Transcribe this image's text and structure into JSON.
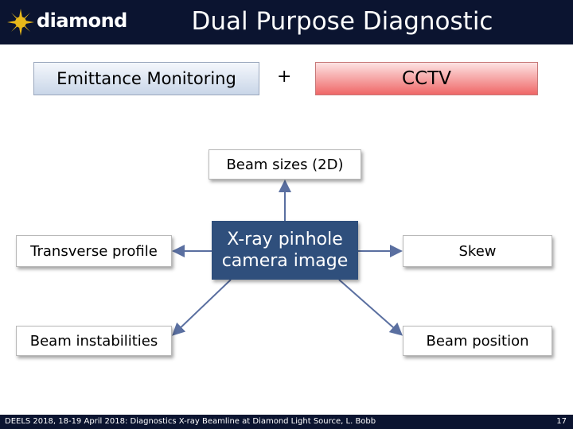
{
  "header": {
    "title": "Dual Purpose Diagnostic",
    "logo_text": "diamond",
    "colors": {
      "bar": "#0b1430",
      "logo_mark": "#e8b81a"
    }
  },
  "top_row": {
    "left_box": "Emittance Monitoring",
    "plus": "+",
    "right_box": "CCTV"
  },
  "diagram": {
    "center": {
      "line1": "X-ray pinhole",
      "line2": "camera image"
    },
    "top": "Beam sizes (2D)",
    "left_upper": "Transverse profile",
    "left_lower": "Beam instabilities",
    "right_upper": "Skew",
    "right_lower": "Beam position",
    "colors": {
      "center_fill": "#2f4f7c",
      "arrow": "#5a6fa0"
    }
  },
  "footer": {
    "text": "DEELS 2018, 18-19 April 2018: Diagnostics X-ray Beamline at Diamond Light Source, L. Bobb",
    "slide_number": "17"
  }
}
